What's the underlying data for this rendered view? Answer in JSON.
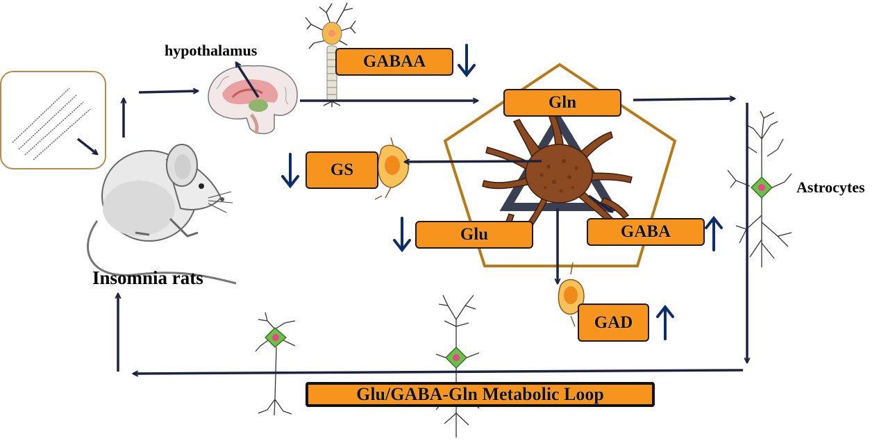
{
  "labels": {
    "hypothalamus": "hypothalamus",
    "insomnia_rats": "Insomnia rats",
    "astrocytes": "Astrocytes"
  },
  "boxes": {
    "gabaa": "GABAA",
    "gln": "Gln",
    "gs": "GS",
    "glu": "Glu",
    "gaba": "GABA",
    "gad": "GAD",
    "loop": "Glu/GABA-Gln Metabolic Loop"
  },
  "regulation": {
    "gabaa": "down",
    "gs": "down",
    "glu": "down",
    "gaba": "up",
    "gad": "up"
  },
  "colors": {
    "box_fill": "#f7941d",
    "arrow_dark": "#1c2340",
    "regulation_arrow": "#0d2d66",
    "pentagon": "#b87a16",
    "astrocyte_body": "#8b4a22",
    "neuron_soma": "#f5a623",
    "glia_green": "#6cc04a",
    "nucleus_pink": "#e8458b"
  },
  "icons": [
    "rat-illustration",
    "brain-icon",
    "neuron-icon",
    "astrocyte-icon",
    "glial-cell-icon",
    "insomnia-pattern-icon"
  ]
}
